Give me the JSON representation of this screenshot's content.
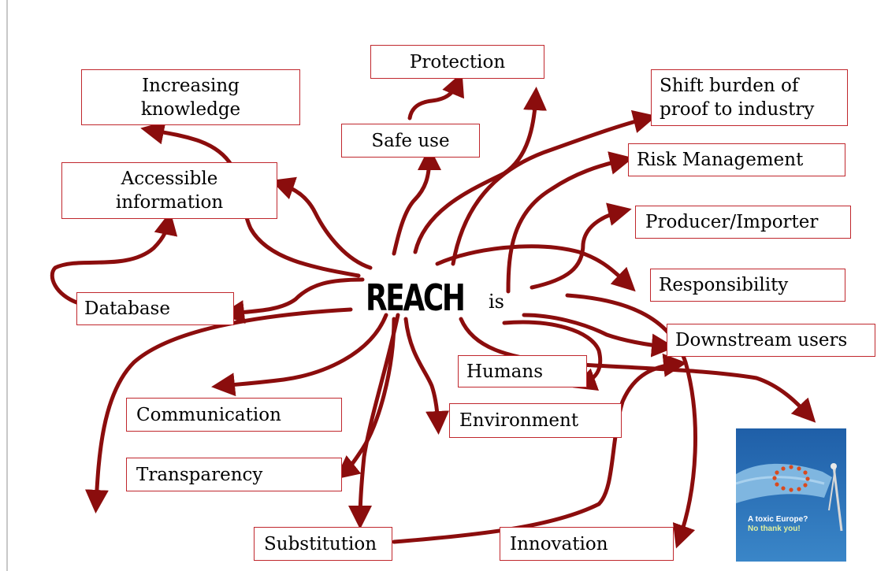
{
  "center": {
    "title": "REACH",
    "suffix": "is"
  },
  "nodes": {
    "protection": "Protection",
    "increasing_knowledge": [
      "Increasing",
      "knowledge"
    ],
    "safe_use": "Safe use",
    "shift_burden": [
      "Shift burden of",
      "proof to industry"
    ],
    "accessible_information": [
      "Accessible",
      "information"
    ],
    "risk_management": "Risk Management",
    "producer_importer": "Producer/Importer",
    "responsibility": "Responsibility",
    "database": "Database",
    "downstream_users": "Downstream users",
    "humans": "Humans",
    "communication": "Communication",
    "environment": "Environment",
    "transparency": "Transparency",
    "substitution": "Substitution",
    "innovation": "Innovation"
  },
  "poster": {
    "line1": "A toxic Europe?",
    "line2": "No thank you!"
  },
  "colors": {
    "arrow": "#8b0d0d",
    "box_border": "#c0272d"
  }
}
